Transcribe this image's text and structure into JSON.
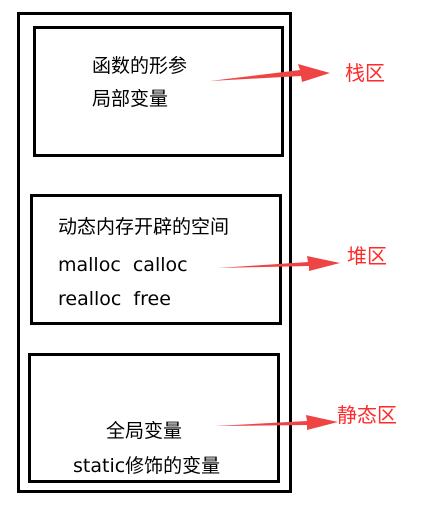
{
  "stack": {
    "lines": [
      "函数的形参",
      "局部变量"
    ],
    "label": "栈区"
  },
  "heap": {
    "lines": [
      "动态内存开辟的空间",
      "malloc  calloc",
      "realloc  free"
    ],
    "label": "堆区"
  },
  "static": {
    "lines": [
      "全局变量",
      "static修饰的变量"
    ],
    "label": "静态区"
  },
  "colors": {
    "arrow": "#ee4444",
    "label": "#ff2a2a",
    "border": "#000000"
  }
}
